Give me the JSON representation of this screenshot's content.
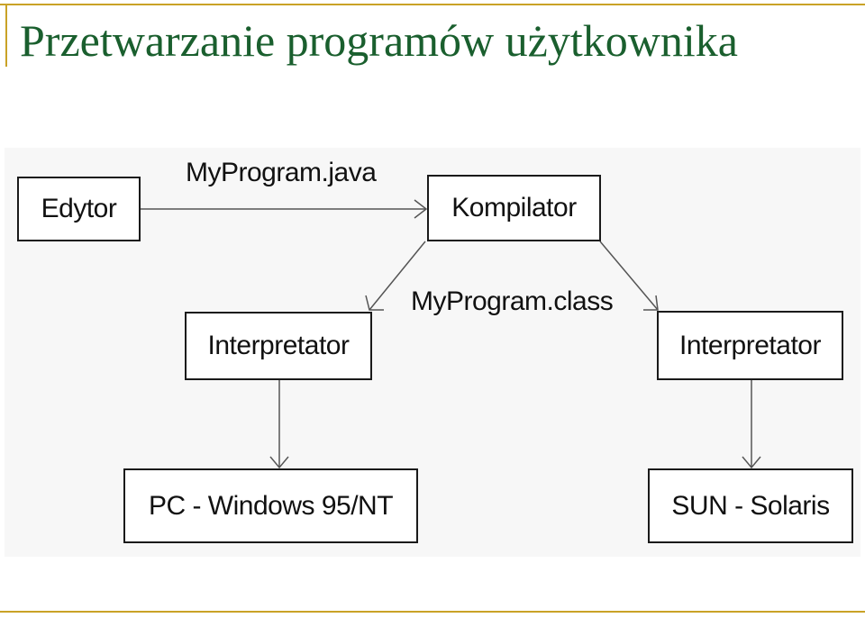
{
  "slide": {
    "title": "Przetwarzanie programów użytkownika",
    "accent_color": "#c9a227",
    "title_color": "#1a5f2e"
  },
  "diagram": {
    "nodes": {
      "editor": "Edytor",
      "compiler": "Kompilator",
      "interpreter_left": "Interpretator",
      "interpreter_right": "Interpretator",
      "platform_pc": "PC - Windows 95/NT",
      "platform_sun": "SUN - Solaris"
    },
    "edge_labels": {
      "source_file": "MyProgram.java",
      "class_file": "MyProgram.class"
    }
  }
}
